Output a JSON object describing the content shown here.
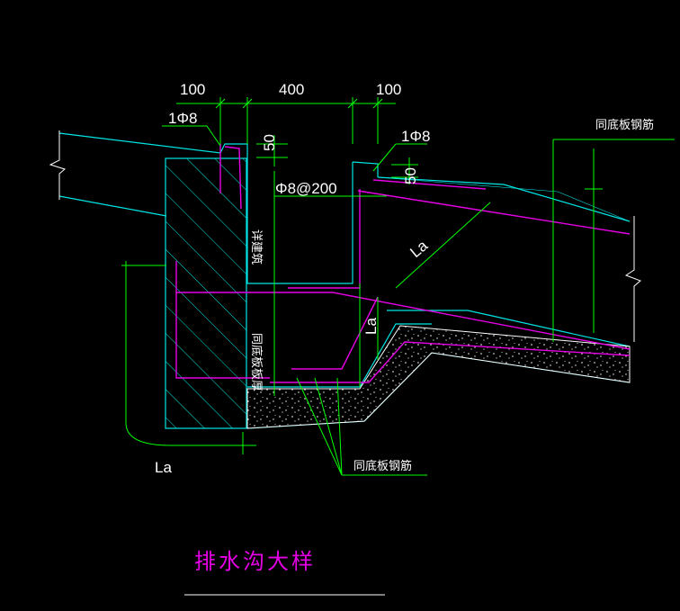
{
  "drawing": {
    "title": "排水沟大样",
    "dimensions": {
      "left_offset": "100",
      "width": "400",
      "right_offset": "100",
      "top_50_left": "50",
      "top_50_right": "50"
    },
    "rebar": {
      "left_corner": "1Φ8",
      "right_corner": "1Φ8",
      "distribution": "Φ8@200"
    },
    "notes": {
      "same_as_slab_rebar_top": "同底板钢筋",
      "same_as_slab_rebar_bottom": "同底板钢筋",
      "see_design": "详建筑",
      "same_as_slab_thickness": "同底板板厚",
      "anchor_left": "La",
      "anchor_slope": "La",
      "anchor_vertical": "La"
    },
    "colors": {
      "background": "#000000",
      "outline": "#00e5e5",
      "rebar": "#e600e6",
      "dimension": "#00ff00",
      "text": "#ffffff",
      "title": "#e600e6"
    }
  }
}
